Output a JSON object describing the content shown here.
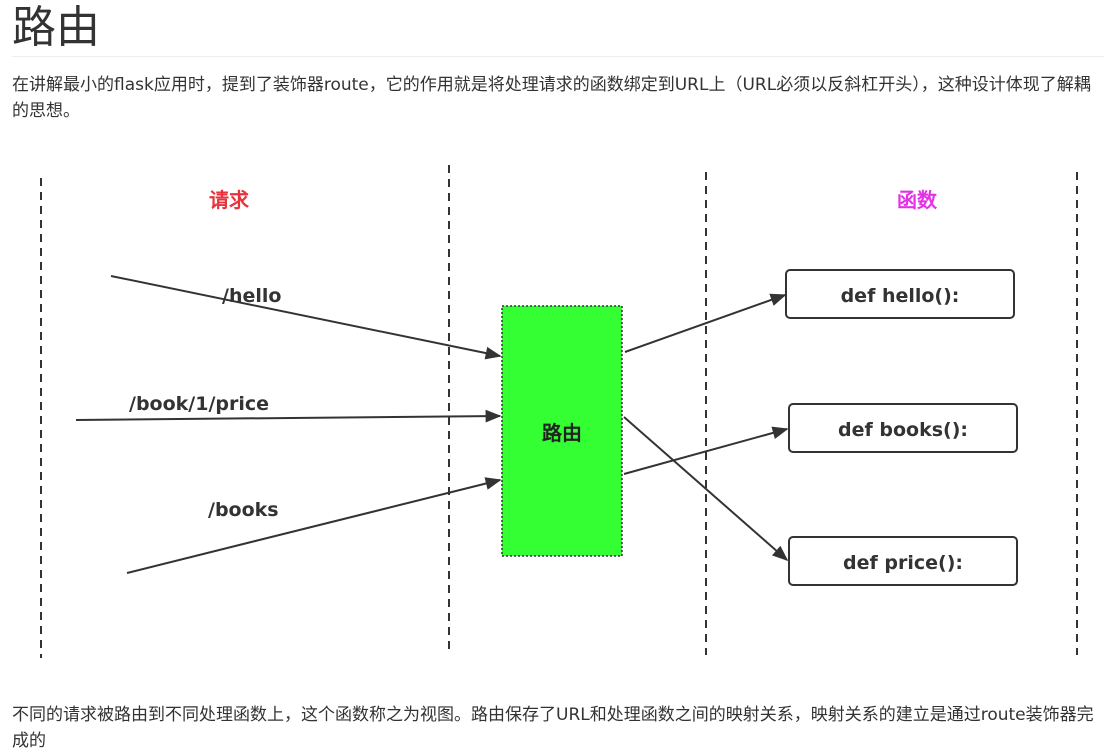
{
  "title": "路由",
  "intro": "在讲解最小的flask应用时，提到了装饰器route，它的作用就是将处理请求的函数绑定到URL上（URL必须以反斜杠开头），这种设计体现了解耦的思想。",
  "diagram": {
    "request_header": "请求",
    "function_header": "函数",
    "router_label": "路由",
    "routes": [
      "/hello",
      "/book/1/price",
      "/books"
    ],
    "functions": [
      "def hello():",
      "def books():",
      "def price():"
    ],
    "colors": {
      "request_header": "#e8323c",
      "function_header": "#e332e6",
      "router_fill": "#33ff33",
      "line": "#333333"
    }
  },
  "outro": "不同的请求被路由到不同处理函数上，这个函数称之为视图。路由保存了URL和处理函数之间的映射关系，映射关系的建立是通过route装饰器完成的"
}
